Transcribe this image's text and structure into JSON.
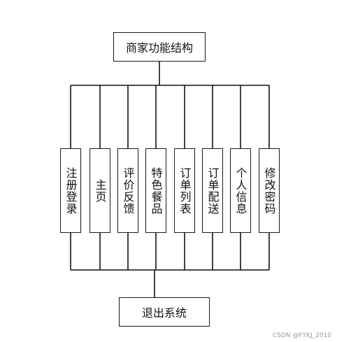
{
  "top_node": {
    "label": "商家功能结构"
  },
  "modules": [
    {
      "label": "注册登录"
    },
    {
      "label": "主页"
    },
    {
      "label": "评价反馈"
    },
    {
      "label": "特色餐品"
    },
    {
      "label": "订单列表"
    },
    {
      "label": "订单配送"
    },
    {
      "label": "个人信息"
    },
    {
      "label": "修改密码"
    }
  ],
  "bottom_node": {
    "label": "退出系统"
  },
  "watermark": "CSDN @FYKJ_2010"
}
